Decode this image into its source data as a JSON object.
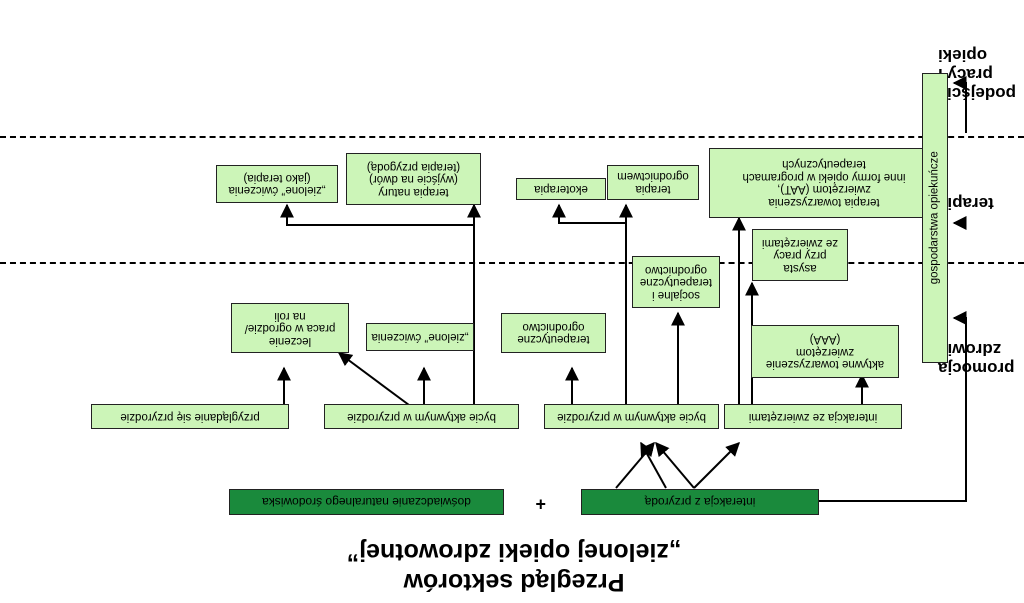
{
  "title": {
    "line1": "Przegląd sektorów",
    "line2": "„zielonej opieki zdrowotnej”"
  },
  "lanes": [
    {
      "id": "lane-promocja",
      "label": "promocja\nzdrowia"
    },
    {
      "id": "lane-terapia",
      "label": "terapia"
    },
    {
      "id": "lane-podejscie",
      "label": "podejście\npracy i opieki"
    }
  ],
  "root_boxes": [
    {
      "id": "root-nature-experience",
      "label": "doświadczanie naturalnego środowiska"
    },
    {
      "id": "root-nature-interaction",
      "label": "interakcja z przyrodą"
    }
  ],
  "plus_sign": "+",
  "level2_boxes": [
    {
      "id": "l2-looking-at-nature",
      "label": "przyglądanie się przyrodzie"
    },
    {
      "id": "l2-active-in-nature-a",
      "label": "bycie aktywnym w przyrodzie"
    },
    {
      "id": "l2-active-in-nature-b",
      "label": "bycie aktywnym w przyrodzie"
    },
    {
      "id": "l2-animal-interaction",
      "label": "interakcja ze zwierzętami"
    }
  ],
  "promotion_boxes": [
    {
      "id": "p-treatment",
      "label": "leczenie\npraca w ogrodzie/\nna roli"
    },
    {
      "id": "p-green-exercise",
      "label": "„zielone” ćwiczenia"
    },
    {
      "id": "p-therapeutic-gardening",
      "label": "terapeutyczne\nogrodnictwo"
    },
    {
      "id": "p-social-gardening",
      "label": "socjalne i\nterapeutyczne\nogrodnictwo"
    },
    {
      "id": "p-active-animal-company",
      "label": "aktywne towarzyszenie\nzwierzętom\n(AAA)"
    },
    {
      "id": "p-animal-assisted-work",
      "label": "asysta\nprzy pracy\nze zwierzętami"
    }
  ],
  "therapy_boxes": [
    {
      "id": "t-green-exercise-therapy",
      "label": "„zielone” ćwiczenia\n(jako terapia)"
    },
    {
      "id": "t-wilderness-therapy",
      "label": "terapia natury\n(wyjście na dwór)\n(terapia przygodą)"
    },
    {
      "id": "t-ecotherapy",
      "label": "ekoterapia"
    },
    {
      "id": "t-garden-therapy",
      "label": "terapia\nogrodnictwem"
    },
    {
      "id": "t-animal-assisted-therapy",
      "label": "terapia towarzyszenia\nzwierzętom (AAT),\ninne formy opieki w programach\nterapeutycznych"
    }
  ],
  "approach_boxes": [
    {
      "id": "a-care-farms",
      "label": "gospodarstwa opiekuńcze"
    }
  ]
}
